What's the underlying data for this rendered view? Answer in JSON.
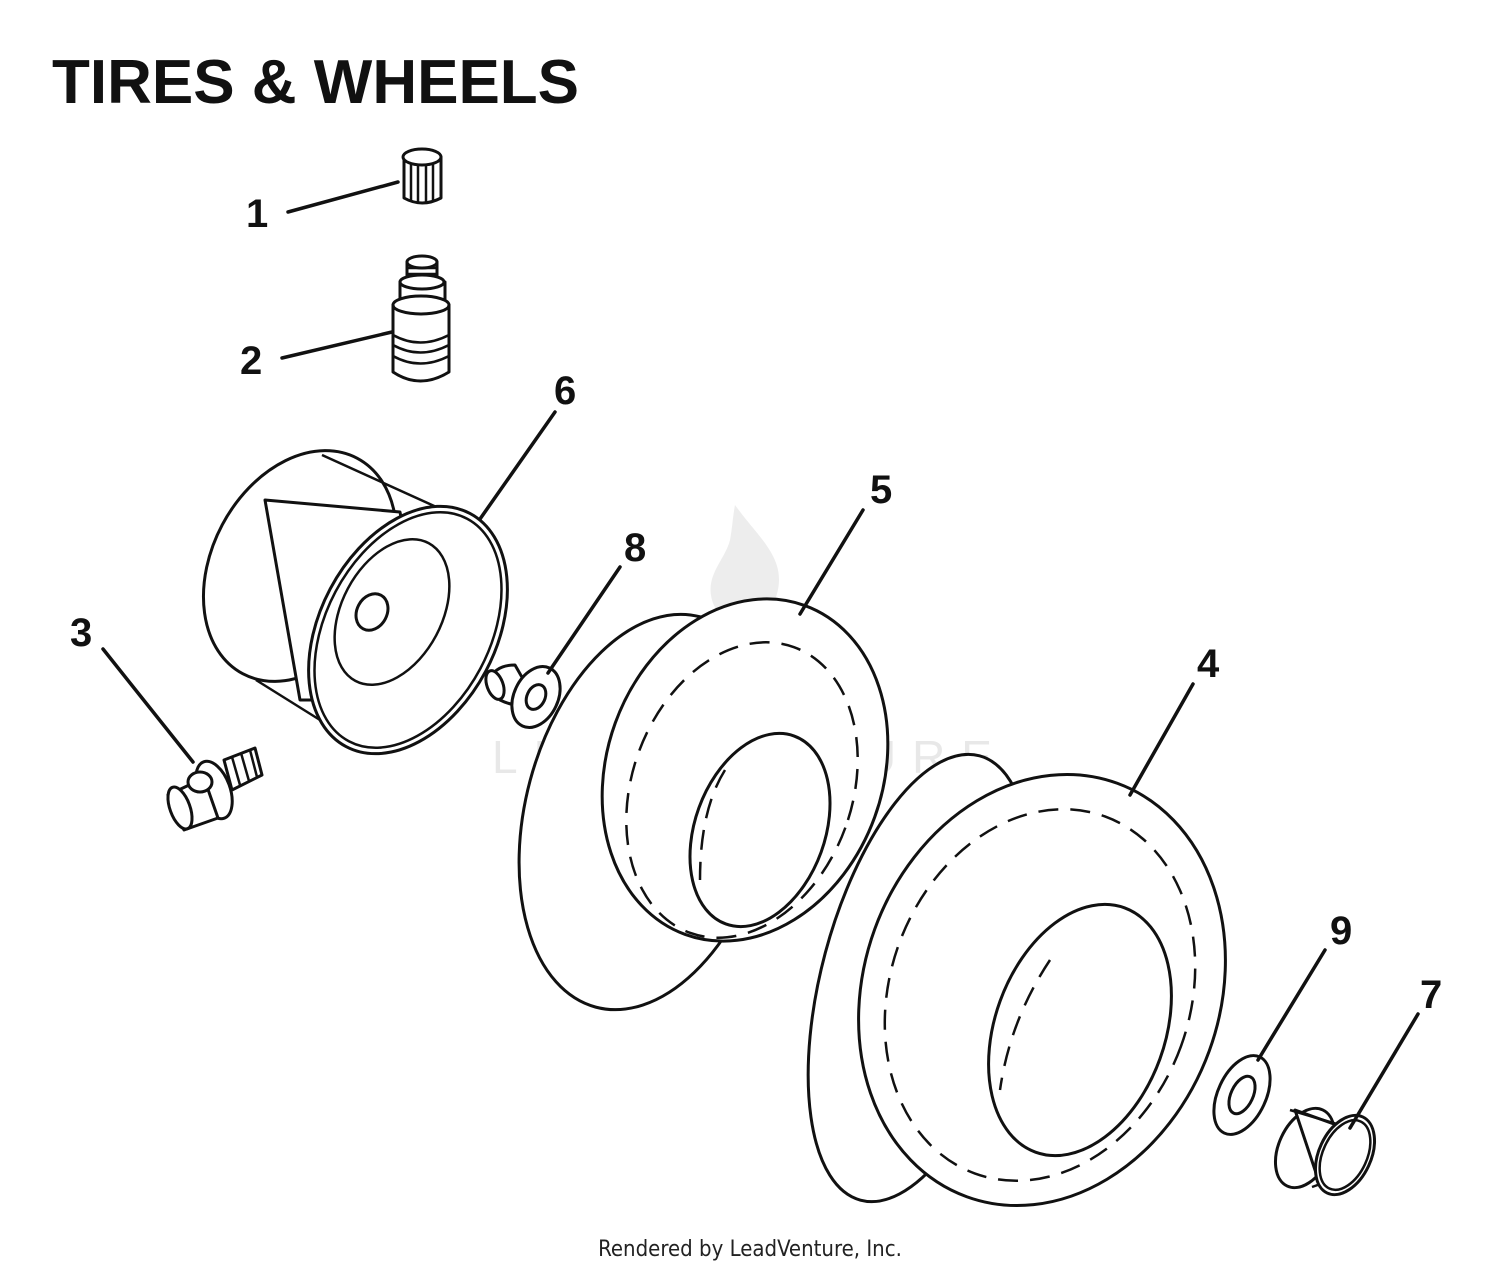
{
  "title": "TIRES & WHEELS",
  "footer": "Rendered by LeadVenture, Inc.",
  "watermark": {
    "text": "LEADVENTURE",
    "color": "#e6e6e6"
  },
  "callouts": [
    {
      "id": "1",
      "part": "valve-cap"
    },
    {
      "id": "2",
      "part": "valve-stem"
    },
    {
      "id": "3",
      "part": "grease-fitting"
    },
    {
      "id": "4",
      "part": "tire"
    },
    {
      "id": "5",
      "part": "tire"
    },
    {
      "id": "6",
      "part": "rim-wheel"
    },
    {
      "id": "7",
      "part": "hub-cap"
    },
    {
      "id": "8",
      "part": "bushing"
    },
    {
      "id": "9",
      "part": "washer"
    }
  ]
}
